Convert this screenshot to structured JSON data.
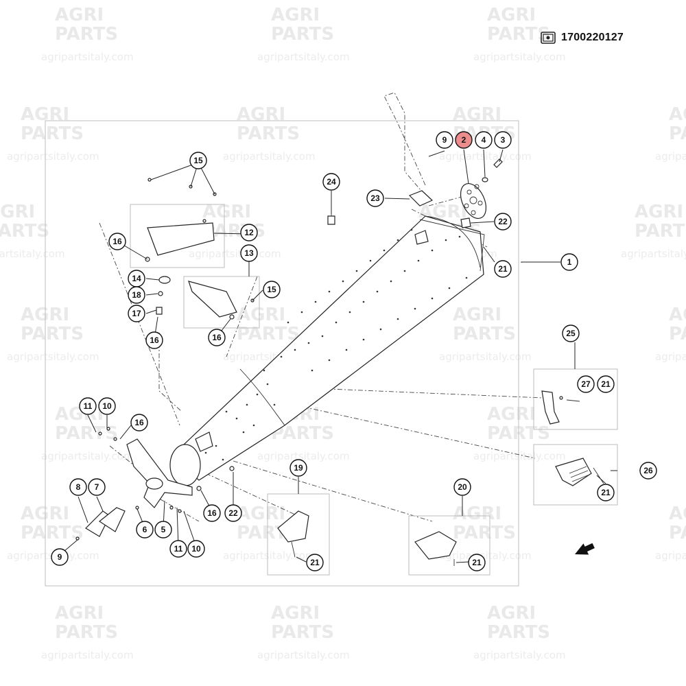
{
  "watermark": {
    "brand_line1": "AGRI",
    "brand_line2": "PARTS",
    "url": "agripartsitaly.com"
  },
  "header": {
    "icon": "book-reference-icon",
    "reference_number": "1700220127"
  },
  "diagram": {
    "highlight_color": "#ec8d8d",
    "highlighted_callout": "2",
    "direction_icon": "arrow-down-left-icon",
    "callouts": [
      {
        "id": "c-1",
        "label": "1"
      },
      {
        "id": "c-2",
        "label": "2",
        "highlighted": true
      },
      {
        "id": "c-3",
        "label": "3"
      },
      {
        "id": "c-4",
        "label": "4"
      },
      {
        "id": "c-5",
        "label": "5"
      },
      {
        "id": "c-6",
        "label": "6"
      },
      {
        "id": "c-7",
        "label": "7"
      },
      {
        "id": "c-8",
        "label": "8"
      },
      {
        "id": "c-9a",
        "label": "9"
      },
      {
        "id": "c-9b",
        "label": "9"
      },
      {
        "id": "c-10a",
        "label": "10"
      },
      {
        "id": "c-10b",
        "label": "10"
      },
      {
        "id": "c-11a",
        "label": "11"
      },
      {
        "id": "c-11b",
        "label": "11"
      },
      {
        "id": "c-12",
        "label": "12"
      },
      {
        "id": "c-13",
        "label": "13"
      },
      {
        "id": "c-14",
        "label": "14"
      },
      {
        "id": "c-15a",
        "label": "15"
      },
      {
        "id": "c-15b",
        "label": "15"
      },
      {
        "id": "c-16a",
        "label": "16"
      },
      {
        "id": "c-16b",
        "label": "16"
      },
      {
        "id": "c-16c",
        "label": "16"
      },
      {
        "id": "c-16d",
        "label": "16"
      },
      {
        "id": "c-16e",
        "label": "16"
      },
      {
        "id": "c-17",
        "label": "17"
      },
      {
        "id": "c-18",
        "label": "18"
      },
      {
        "id": "c-19",
        "label": "19"
      },
      {
        "id": "c-20",
        "label": "20"
      },
      {
        "id": "c-21a",
        "label": "21"
      },
      {
        "id": "c-21b",
        "label": "21"
      },
      {
        "id": "c-21c",
        "label": "21"
      },
      {
        "id": "c-21d",
        "label": "21"
      },
      {
        "id": "c-21e",
        "label": "21"
      },
      {
        "id": "c-22a",
        "label": "22"
      },
      {
        "id": "c-22b",
        "label": "22"
      },
      {
        "id": "c-23",
        "label": "23"
      },
      {
        "id": "c-24",
        "label": "24"
      },
      {
        "id": "c-25",
        "label": "25"
      },
      {
        "id": "c-26",
        "label": "26"
      },
      {
        "id": "c-27",
        "label": "27"
      }
    ]
  }
}
